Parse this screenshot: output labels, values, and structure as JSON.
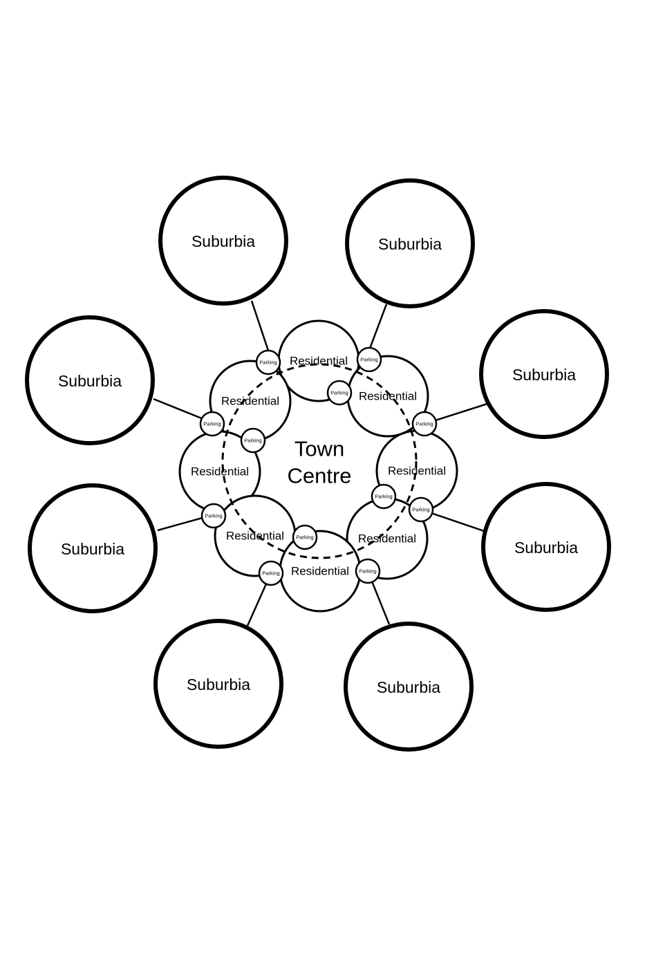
{
  "centre": {
    "line1": "Town",
    "line2": "Centre"
  },
  "suburbia_label": "Suburbia",
  "residential_label": "Residential",
  "parking_label": "Parking",
  "suburbs": [
    {
      "label": "Suburbia"
    },
    {
      "label": "Suburbia"
    },
    {
      "label": "Suburbia"
    },
    {
      "label": "Suburbia"
    },
    {
      "label": "Suburbia"
    },
    {
      "label": "Suburbia"
    },
    {
      "label": "Suburbia"
    },
    {
      "label": "Suburbia"
    }
  ],
  "residential": [
    {
      "label": "Residential"
    },
    {
      "label": "Residential"
    },
    {
      "label": "Residential"
    },
    {
      "label": "Residential"
    },
    {
      "label": "Residential"
    },
    {
      "label": "Residential"
    },
    {
      "label": "Residential"
    },
    {
      "label": "Residential"
    }
  ],
  "parking": [
    {
      "label": "Parking"
    },
    {
      "label": "Parking"
    },
    {
      "label": "Parking"
    },
    {
      "label": "Parking"
    },
    {
      "label": "Parking"
    },
    {
      "label": "Parking"
    },
    {
      "label": "Parking"
    },
    {
      "label": "Parking"
    },
    {
      "label": "Parking"
    },
    {
      "label": "Parking"
    },
    {
      "label": "Parking"
    },
    {
      "label": "Parking"
    }
  ]
}
